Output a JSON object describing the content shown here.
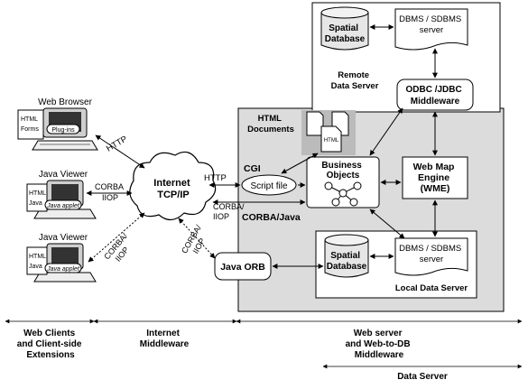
{
  "colors": {
    "server_area": "#dcdcdc",
    "box_fill": "#ffffff",
    "cloud_fill": "#ffffff",
    "outline": "#000000"
  },
  "labels": {
    "remote_spatial_db": [
      "Spatial",
      "Database"
    ],
    "remote_dbms": [
      "DBMS / SDBMS",
      "server"
    ],
    "remote_data_server": [
      "Remote",
      "Data Server"
    ],
    "odbc": [
      "ODBC /JDBC",
      "Middleware"
    ],
    "html_documents": [
      "HTML",
      "Documents"
    ],
    "html_doc_icon": "HTML",
    "web_browser": "Web Browser",
    "html_forms": [
      "HTML",
      "Forms"
    ],
    "plugins": "Plug-ins",
    "http_browser": "HTTP",
    "java_viewer_1": "Java Viewer",
    "java_viewer_2": "Java Viewer",
    "html_java": [
      "HTML",
      "Java"
    ],
    "java_applet": "Java applet",
    "corba_iiop_1": [
      "CORBA",
      "IIOP"
    ],
    "corba_iiop_2": [
      "CORBA/",
      "IIOP"
    ],
    "corba_iiop_3": [
      "CORBA/",
      "IIOP"
    ],
    "corba_iiop_4": [
      "CORBA/",
      "IIOP"
    ],
    "internet": [
      "Internet",
      "TCP/IP"
    ],
    "http_cgi": "HTTP",
    "cgi": "CGI",
    "script_file": "Script file",
    "corba_java": "CORBA/Java",
    "business_objects": [
      "Business",
      "Objects"
    ],
    "wme": [
      "Web Map",
      "Engine",
      "(WME)"
    ],
    "local_spatial_db": [
      "Spatial",
      "Database"
    ],
    "local_dbms": [
      "DBMS / SDBMS",
      "server"
    ],
    "local_data_server": "Local Data Server",
    "java_orb": "Java ORB",
    "bottom_clients": [
      "Web Clients",
      "and Client-side",
      "Extensions"
    ],
    "bottom_middleware": [
      "Internet",
      "Middleware"
    ],
    "bottom_server": [
      "Web server",
      "and Web-to-DB",
      "Middleware"
    ],
    "bottom_data_server": "Data Server"
  }
}
